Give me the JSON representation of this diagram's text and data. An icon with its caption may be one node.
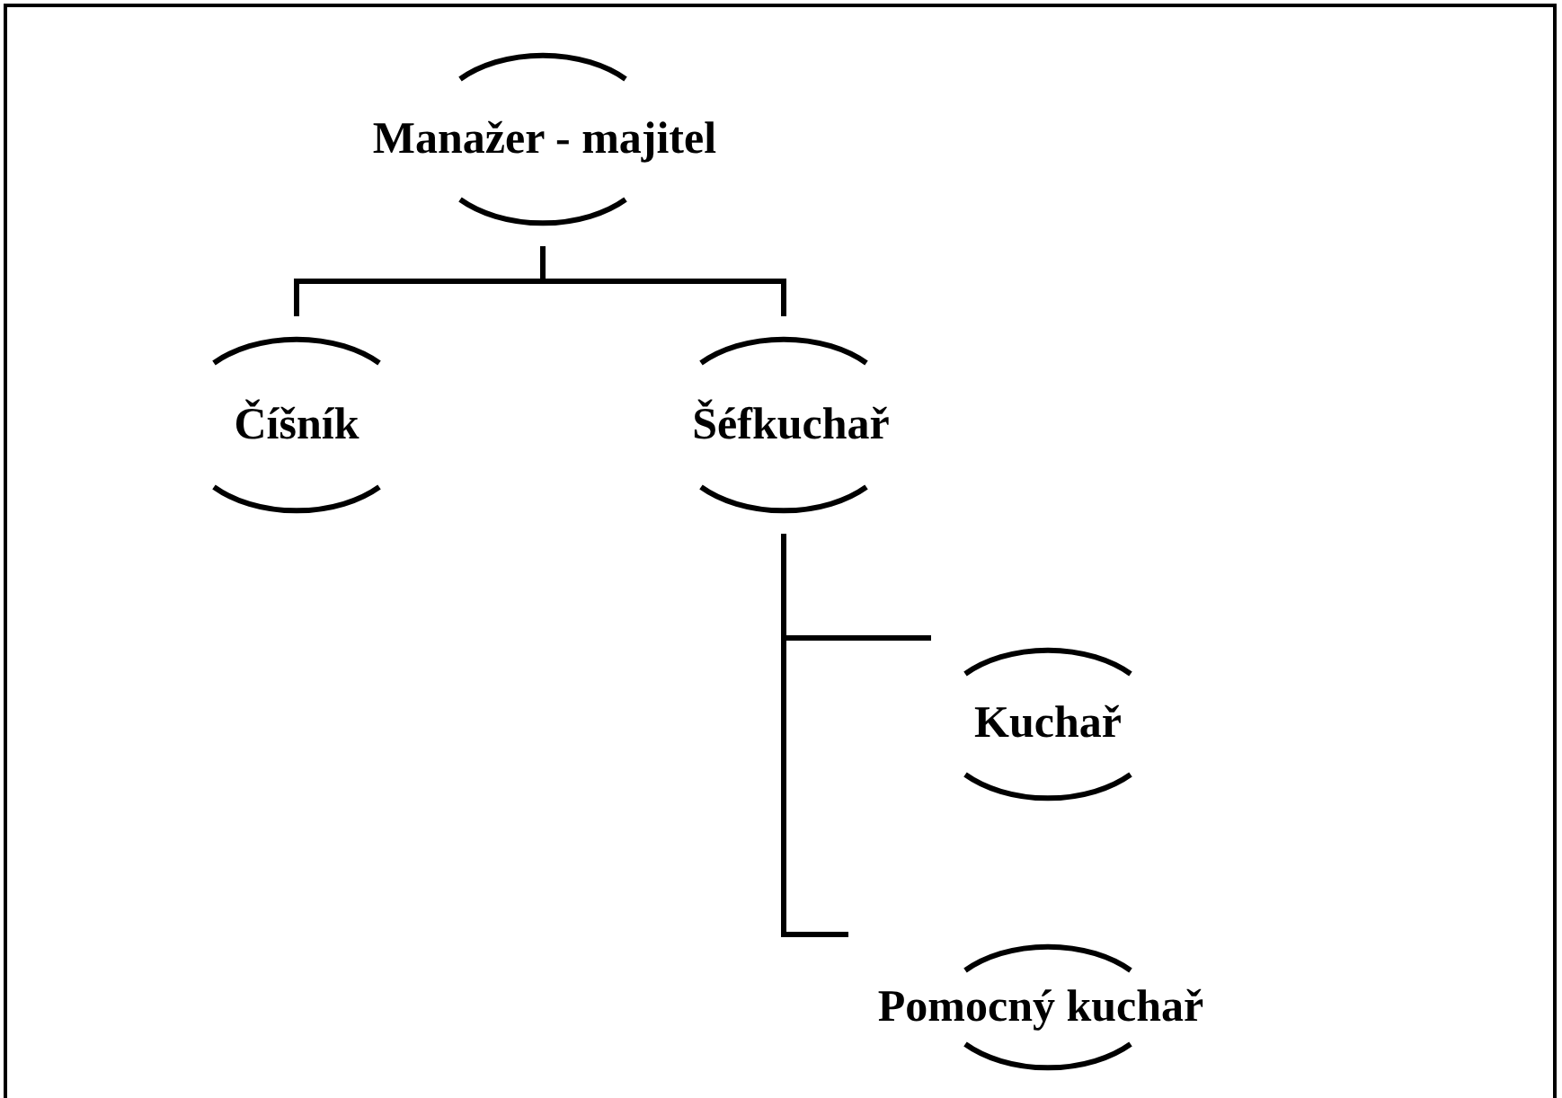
{
  "diagram": {
    "nodes": [
      {
        "text": [
          "Manažer - majitel"
        ]
      },
      {
        "text": [
          "Číšník"
        ]
      },
      {
        "text": [
          "Šéfkuchař"
        ]
      },
      {
        "text": [
          "Kuchař"
        ]
      },
      {
        "text": [
          "Pomocný kuchař"
        ]
      }
    ],
    "edges": [
      {
        "from": 0,
        "to": 1,
        "arrow": "none"
      },
      {
        "from": 0,
        "to": 2,
        "arrow": "none"
      },
      {
        "from": 2,
        "to": 3,
        "arrow": "none"
      },
      {
        "from": 2,
        "to": 4,
        "arrow": "none"
      }
    ]
  }
}
